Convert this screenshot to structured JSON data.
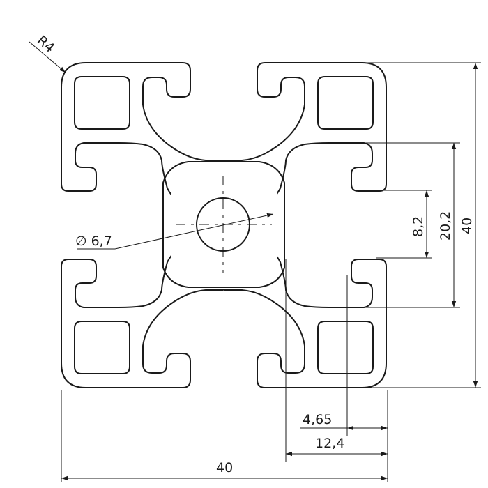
{
  "drawing": {
    "line_color": "#1a1a1a",
    "background": "#ffffff",
    "labels": {
      "radius": "R4",
      "bore": "∅ 6,7",
      "slot_opening": "8,2",
      "slot_width": "20,2",
      "height": "40",
      "offset_small": "4,65",
      "offset_large": "12,4",
      "width": "40"
    }
  }
}
